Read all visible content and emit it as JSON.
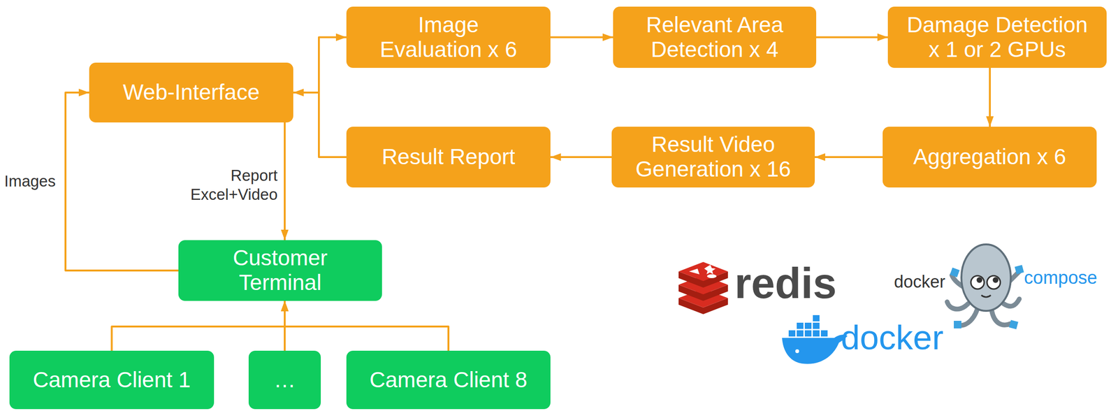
{
  "diagram": {
    "nodes": [
      {
        "text": [
          "Web-Interface"
        ]
      },
      {
        "text": [
          "Image Evaluation x 6"
        ]
      },
      {
        "text": [
          "Relevant Area Detection x 4"
        ]
      },
      {
        "text": [
          "Damage Detection x 1 or 2 GPUs"
        ]
      },
      {
        "text": [
          "Result Report"
        ]
      },
      {
        "text": [
          "Result Video Generation x 16"
        ]
      },
      {
        "text": [
          "Aggregation x 6"
        ]
      },
      {
        "text": [
          "Customer Terminal"
        ]
      },
      {
        "text": [
          "Camera Client 1"
        ]
      },
      {
        "text": [
          "…"
        ]
      },
      {
        "text": [
          "Camera Client 8"
        ]
      }
    ],
    "edges": [
      {
        "from": 7,
        "to": 0,
        "arrow": "to",
        "label": "Images"
      },
      {
        "from": 0,
        "to": 7,
        "arrow": "to",
        "label": "Report Excel+Video"
      },
      {
        "from": 0,
        "to": 1,
        "arrow": "to"
      },
      {
        "from": 4,
        "to": 0,
        "arrow": "to"
      },
      {
        "from": 1,
        "to": 2,
        "arrow": "to"
      },
      {
        "from": 2,
        "to": 3,
        "arrow": "to"
      },
      {
        "from": 3,
        "to": 6,
        "arrow": "to"
      },
      {
        "from": 6,
        "to": 5,
        "arrow": "to"
      },
      {
        "from": 5,
        "to": 4,
        "arrow": "to"
      },
      {
        "from": 8,
        "to": 7,
        "arrow": "to"
      },
      {
        "from": 9,
        "to": 7,
        "arrow": "to"
      },
      {
        "from": 10,
        "to": 7,
        "arrow": "to"
      }
    ],
    "labels": [
      "redis",
      "docker",
      "compose",
      "docker"
    ]
  }
}
